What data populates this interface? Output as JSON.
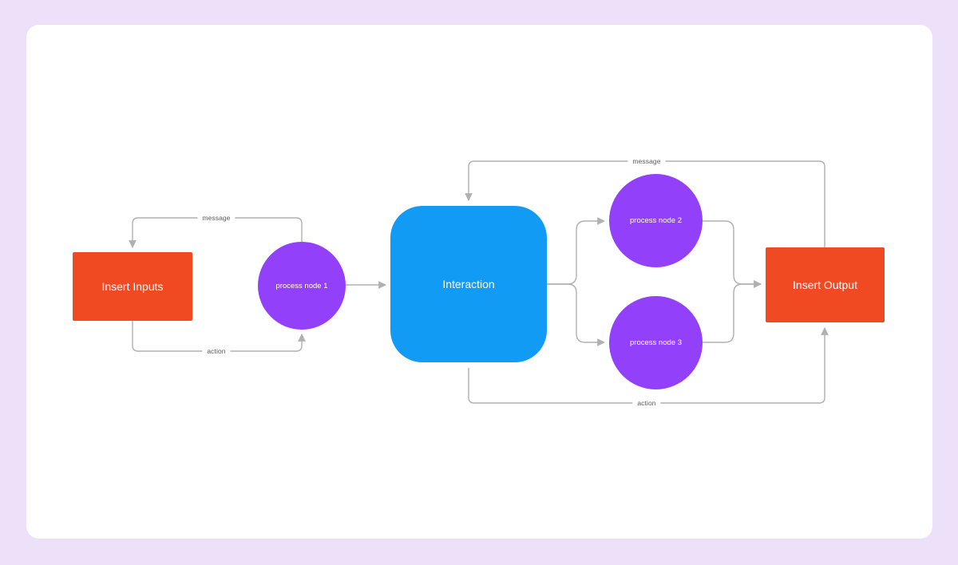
{
  "canvas": {
    "background_color": "#ede1fa",
    "card_color": "#ffffff"
  },
  "palette": {
    "input_output": "#f04a23",
    "interaction": "#129bf5",
    "process": "#9340fb",
    "edge": "#b0b0b0",
    "label_text": "#5b5b5b"
  },
  "diagram": {
    "type": "flowchart",
    "nodes": [
      {
        "id": "insert-inputs",
        "label": "Insert Inputs",
        "shape": "rectangle",
        "color": "#f04a23"
      },
      {
        "id": "process-node-1",
        "label": "process node 1",
        "shape": "circle",
        "color": "#9340fb"
      },
      {
        "id": "interaction",
        "label": "Interaction",
        "shape": "rounded-square",
        "color": "#129bf5"
      },
      {
        "id": "process-node-2",
        "label": "process node 2",
        "shape": "circle",
        "color": "#9340fb"
      },
      {
        "id": "process-node-3",
        "label": "process node 3",
        "shape": "circle",
        "color": "#9340fb"
      },
      {
        "id": "insert-output",
        "label": "Insert Output",
        "shape": "rectangle",
        "color": "#f04a23"
      }
    ],
    "edges": [
      {
        "id": "e-msg-left",
        "from": "process-node-1",
        "to": "insert-inputs",
        "label": "message",
        "routing": "orthogonal-top"
      },
      {
        "id": "e-act-left",
        "from": "insert-inputs",
        "to": "process-node-1",
        "label": "action",
        "routing": "orthogonal-bottom"
      },
      {
        "id": "e-p1-inter",
        "from": "process-node-1",
        "to": "interaction",
        "label": "",
        "routing": "straight"
      },
      {
        "id": "e-inter-p2",
        "from": "interaction",
        "to": "process-node-2",
        "label": "",
        "routing": "fork-up"
      },
      {
        "id": "e-inter-p3",
        "from": "interaction",
        "to": "process-node-3",
        "label": "",
        "routing": "fork-down"
      },
      {
        "id": "e-p2-out",
        "from": "process-node-2",
        "to": "insert-output",
        "label": "",
        "routing": "merge-up"
      },
      {
        "id": "e-p3-out",
        "from": "process-node-3",
        "to": "insert-output",
        "label": "",
        "routing": "merge-down"
      },
      {
        "id": "e-msg-right",
        "from": "insert-output",
        "to": "interaction",
        "label": "message",
        "routing": "orthogonal-top"
      },
      {
        "id": "e-act-right",
        "from": "interaction",
        "to": "insert-output",
        "label": "action",
        "routing": "orthogonal-bottom"
      }
    ],
    "labels": {
      "message_left": "message",
      "action_left": "action",
      "message_right": "message",
      "action_right": "action"
    }
  }
}
